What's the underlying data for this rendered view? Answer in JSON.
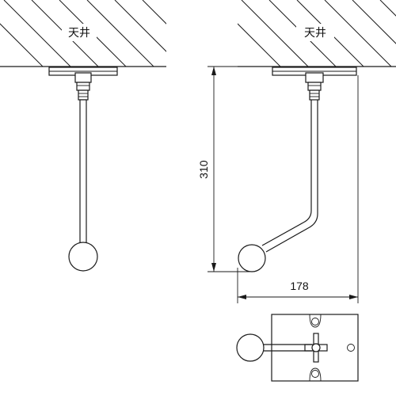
{
  "ceiling_label": "天井",
  "dimensions": {
    "height_label": "310",
    "width_label": "178"
  }
}
